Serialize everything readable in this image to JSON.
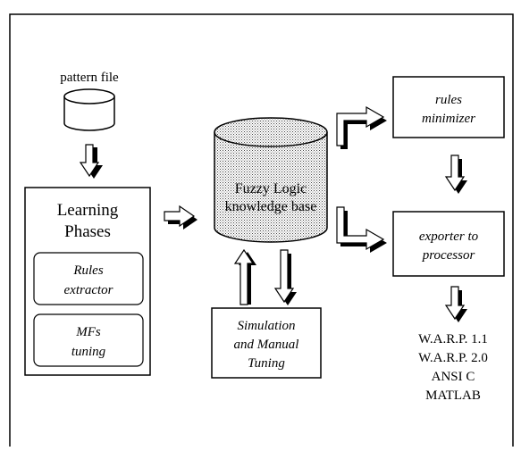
{
  "pattern_file": {
    "label": "pattern file"
  },
  "learning_phases": {
    "title_line1": "Learning",
    "title_line2": "Phases",
    "rules_extractor": {
      "line1": "Rules",
      "line2": "extractor"
    },
    "mfs_tuning": {
      "line1": "MFs",
      "line2": "tuning"
    }
  },
  "knowledge_base": {
    "line1": "Fuzzy Logic",
    "line2": "knowledge base"
  },
  "simulation": {
    "line1": "Simulation",
    "line2": "and Manual",
    "line3": "Tuning"
  },
  "rules_minimizer": {
    "line1": "rules",
    "line2": "minimizer"
  },
  "exporter": {
    "line1": "exporter to",
    "line2": "processor"
  },
  "targets": [
    "W.A.R.P. 1.1",
    "W.A.R.P. 2.0",
    "ANSI C",
    "MATLAB"
  ]
}
